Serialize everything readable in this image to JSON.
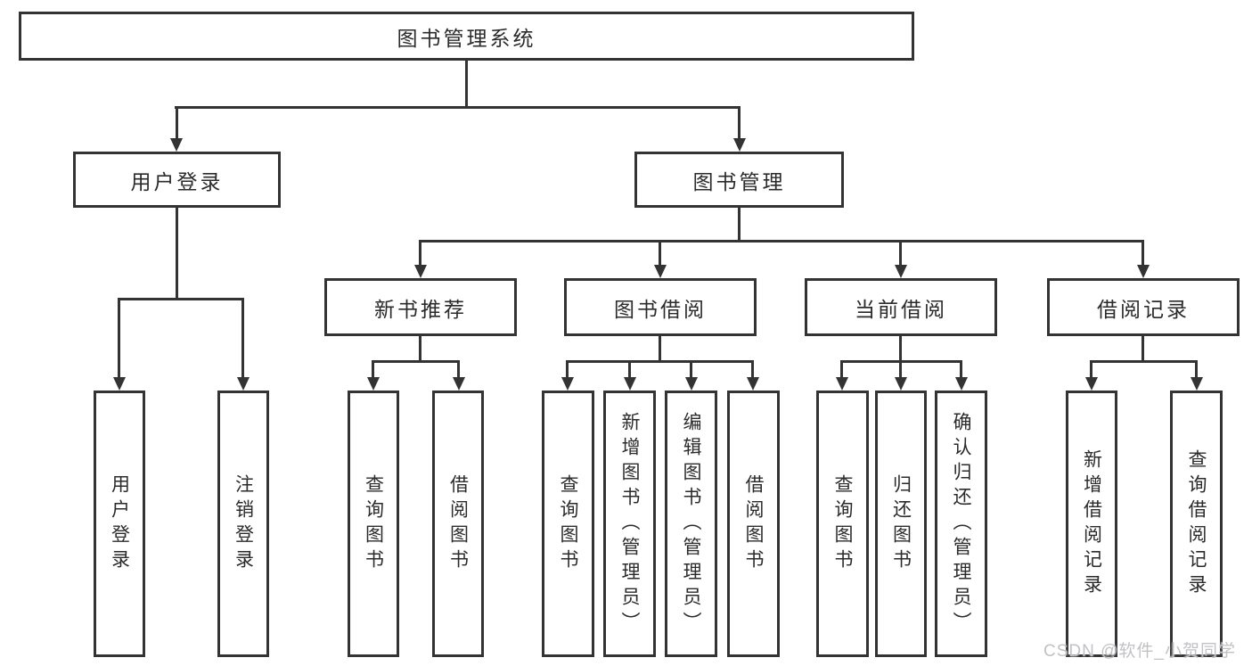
{
  "nodes": {
    "root": "图书管理系统",
    "user_login": "用户登录",
    "book_mgmt": "图书管理",
    "new_book": "新书推荐",
    "book_borrow": "图书借阅",
    "current_borrow": "当前借阅",
    "borrow_record": "借阅记录",
    "leaf_user_login": "用户登录",
    "leaf_logout": "注销登录",
    "leaf_nb_query": "查询图书",
    "leaf_nb_borrow": "借阅图书",
    "leaf_bb_query": "查询图书",
    "leaf_bb_add": "新增图书（管理员）",
    "leaf_bb_edit": "编辑图书（管理员）",
    "leaf_bb_borrow": "借阅图书",
    "leaf_cb_query": "查询图书",
    "leaf_cb_return": "归还图书",
    "leaf_cb_confirm": "确认归还（管理员）",
    "leaf_br_add": "新增借阅记录",
    "leaf_br_query": "查询借阅记录"
  },
  "watermark": "CSDN @软件_小贺同学",
  "colors": {
    "line": "#333333",
    "text": "#2b2b2b",
    "watermark": "#c2c2c6",
    "background": "#ffffff"
  }
}
